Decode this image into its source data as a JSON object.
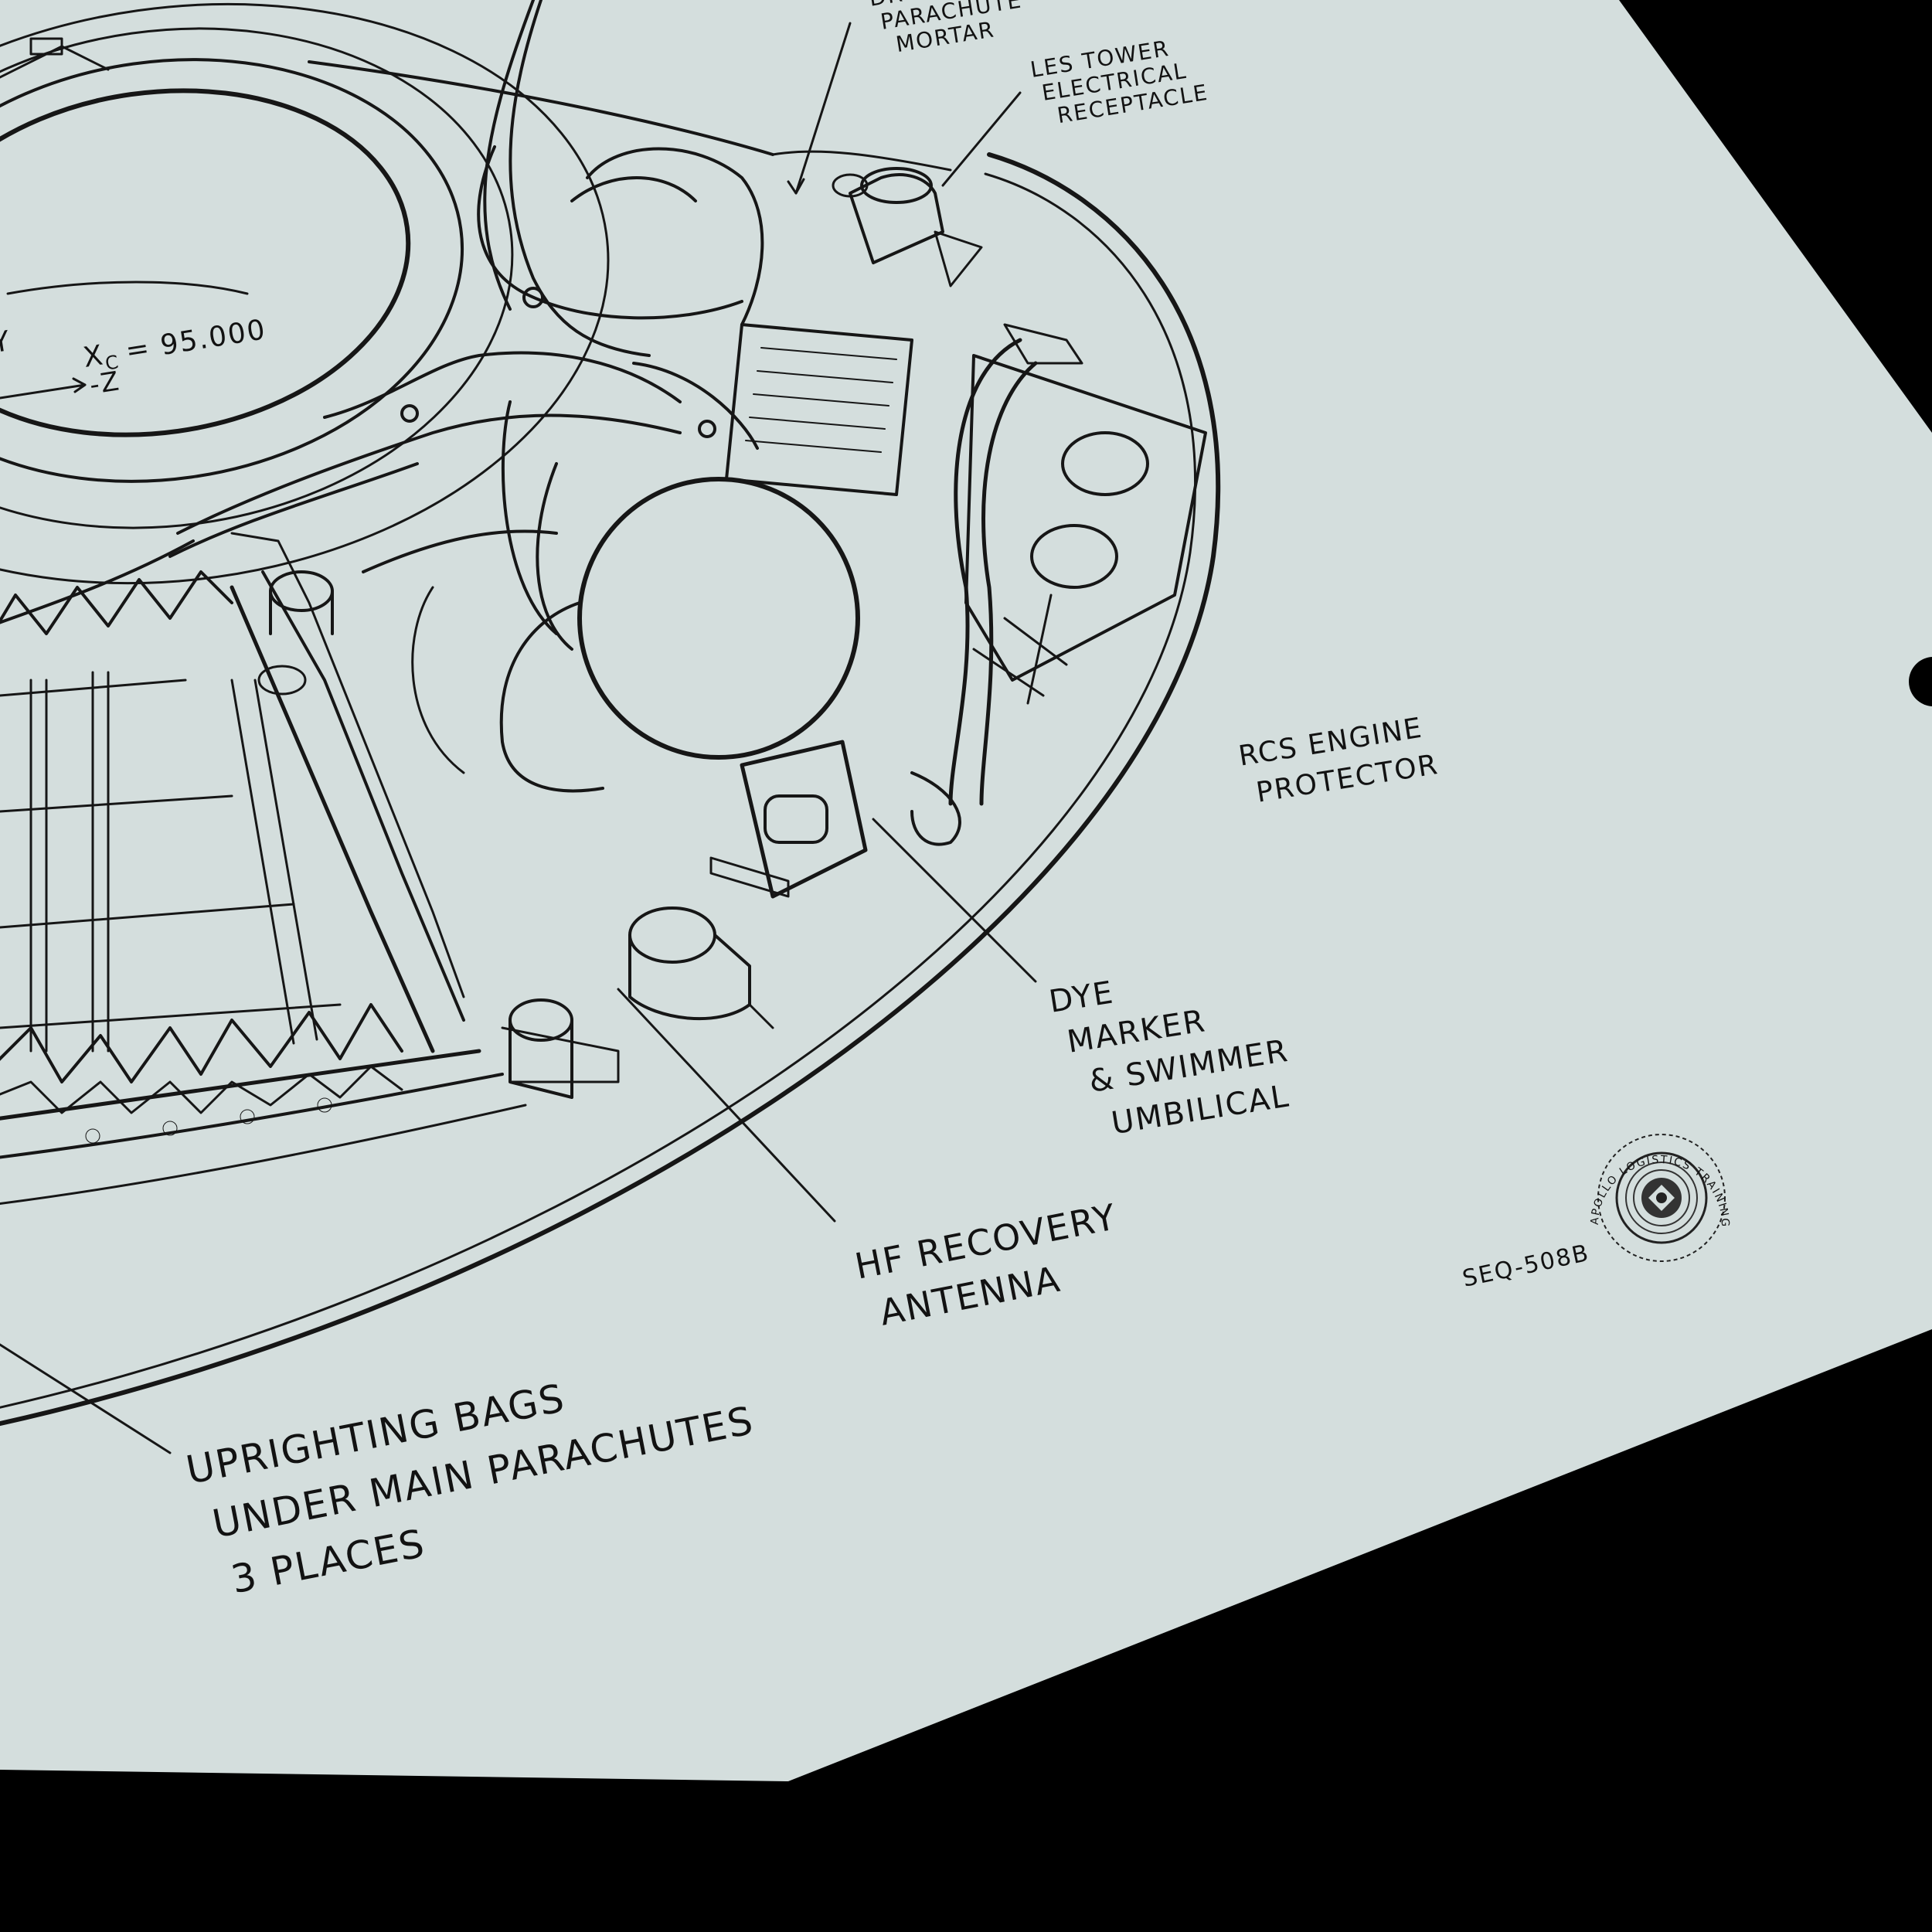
{
  "colors": {
    "paper": "#d4dedd",
    "background": "#000000",
    "ink": "#161616"
  },
  "icons": {
    "binder_hole": "binder-hole-icon",
    "seal": "seal-stamp-icon"
  },
  "labels": {
    "drogue_1": "DROGUE",
    "drogue_2": "PARACHUTE",
    "drogue_3": "MORTAR",
    "les_1": "LES TOWER",
    "les_2": "ELECTRICAL",
    "les_3": "RECEPTACLE",
    "xc": "X",
    "xc_sub": "C",
    "xc_val": "= 95.000",
    "axis_y": "Y",
    "axis_z": "-Z",
    "rcs_1": "RCS ENGINE",
    "rcs_2": "PROTECTOR",
    "dye_1": "DYE",
    "dye_2": "MARKER",
    "dye_3": "& SWIMMER",
    "dye_4": "UMBILICAL",
    "hf_1": "HF RECOVERY",
    "hf_2": "ANTENNA",
    "up_1": "UPRIGHTING BAGS",
    "up_2": "UNDER MAIN PARACHUTES",
    "up_3": "3 PLACES",
    "doc_id": "SEQ-508B",
    "seal_text": "APOLLO LOGISTICS TRAINING"
  }
}
